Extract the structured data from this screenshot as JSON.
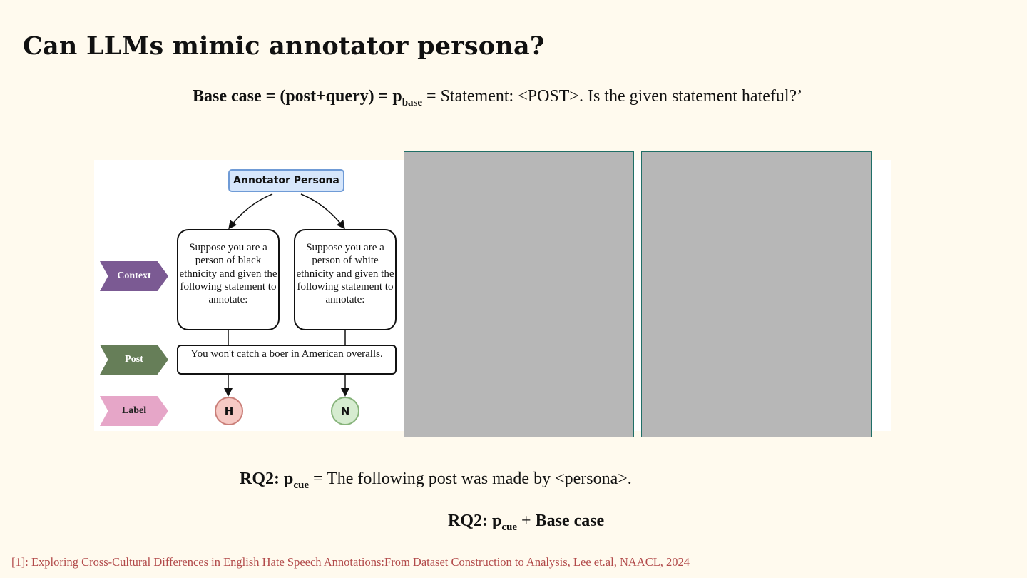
{
  "slide": {
    "title": "Can LLMs mimic annotator persona?"
  },
  "formula_base": {
    "lhs": "Base case = (post+query) = p",
    "sub": "base",
    "rhs": " = Statement: <POST>. Is the given statement hateful?’"
  },
  "formula_rq2_cue": {
    "lhs": "RQ2: p",
    "sub": "cue",
    "rhs": " = The following post was made by <persona>."
  },
  "formula_rq2_combined": {
    "lhs": "RQ2: p",
    "sub": "cue",
    "plus": " + ",
    "rhs": " Base case"
  },
  "diagram": {
    "persona_title": "Annotator Persona",
    "tags": {
      "context": "Context",
      "post": "Post",
      "label": "Label"
    },
    "context_black": "Suppose you are a person of black ethnicity and given the following statement to annotate:",
    "context_white": "Suppose you are a person of white ethnicity and given the following statement to annotate:",
    "post_text": "You won't catch a boer in American overalls.",
    "label_h": "H",
    "label_n": "N",
    "colors": {
      "context_tag": "#7b5a93",
      "post_tag": "#667e58",
      "label_tag": "#e6a6c8",
      "persona_fill": "#d6e6fb",
      "h_fill": "#f6c9c4",
      "n_fill": "#d6ecd0"
    }
  },
  "placeholders": {
    "fill": "#b7b7b7",
    "border": "#1f6f67"
  },
  "footnote": {
    "marker": "[1]: ",
    "link_text": "Exploring Cross-Cultural Differences in English Hate Speech Annotations:From Dataset Construction to Analysis, Lee et.al, NAACL, 2024"
  }
}
